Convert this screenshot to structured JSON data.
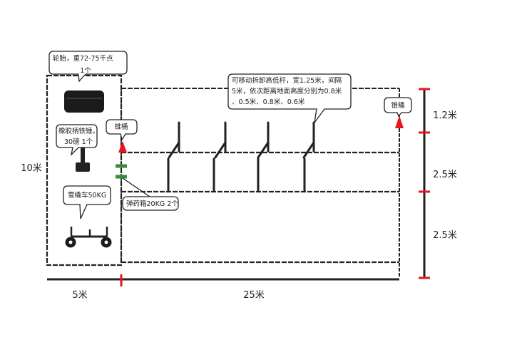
{
  "labels": {
    "tire": "轮胎，重72-75千点",
    "tire_count": "1个",
    "hammer_line1": "橡胶柄铁锤，",
    "hammer_line2": "30磅 1个",
    "sled": "雪橇车50KG",
    "ammo": "弹药箱20KG 2个",
    "cone_left": "锥桶",
    "cone_right": "锥桶",
    "bars_line1": "可移动拆卸高低杆，宽1.25米，间隔",
    "bars_line2": "5米，依次距离地面高度分别为0.8米",
    "bars_line3": "、0.5米、0.8米、0.6米"
  },
  "dimensions": {
    "width_left": "5米",
    "width_main": "25米",
    "height_total": "10米",
    "seg_top": "1.2米",
    "seg_mid": "2.5米",
    "seg_bot": "2.5米"
  },
  "colors": {
    "marker_red": "#e8141e",
    "ammo_green": "#3a8a3a",
    "line": "#222222"
  }
}
